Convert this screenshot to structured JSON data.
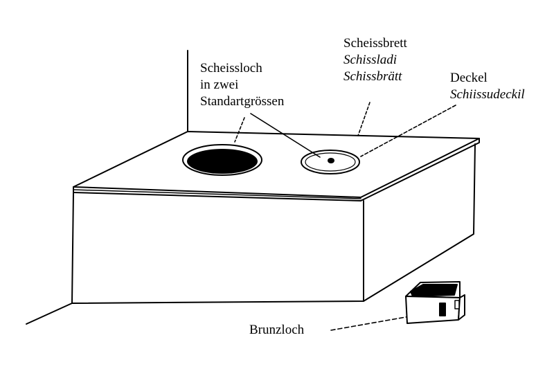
{
  "diagram": {
    "colors": {
      "ink": "#000000",
      "background": "#ffffff",
      "hole_fill": "#000000",
      "lid_fill": "#ffffff"
    },
    "labels": {
      "scheissloch": {
        "lines": [
          "Scheissloch",
          "in zwei",
          "Standartgrössen"
        ]
      },
      "scheissbrett": {
        "name": "Scheissbrett",
        "dialect_1": "Schissladi",
        "dialect_2": "Schissbrätt"
      },
      "deckel": {
        "name": "Deckel",
        "dialect": "Schiissudeckil"
      },
      "brunzloch": {
        "name": "Brunzloch"
      }
    }
  }
}
